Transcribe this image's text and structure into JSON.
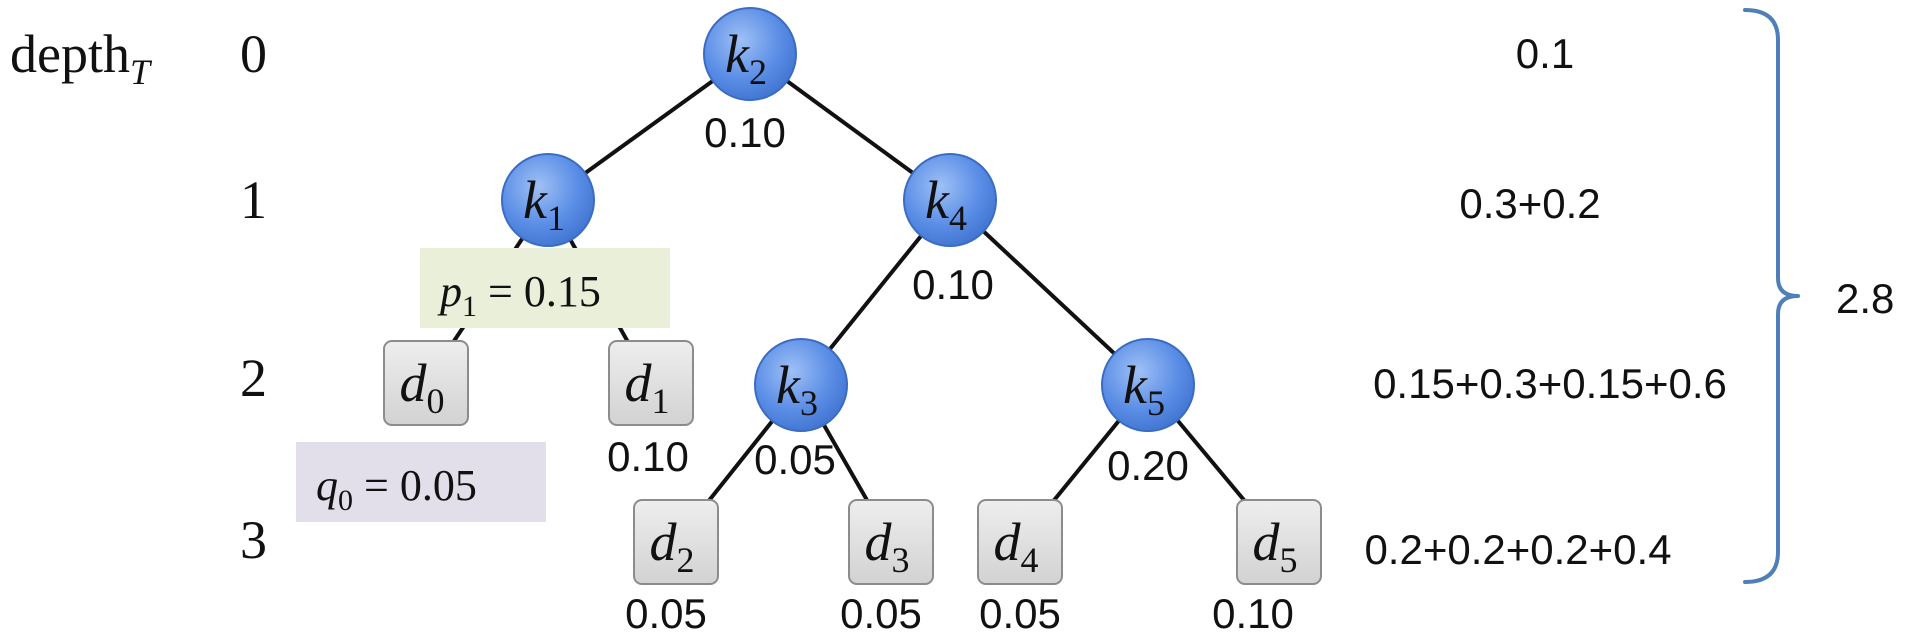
{
  "depth_header": {
    "label": "depth",
    "subscript": "T"
  },
  "depth_levels": [
    "0",
    "1",
    "2",
    "3"
  ],
  "keys": [
    {
      "id": "k2",
      "letter": "k",
      "index": "2",
      "value": "0.10"
    },
    {
      "id": "k1",
      "letter": "k",
      "index": "1",
      "value": ""
    },
    {
      "id": "k4",
      "letter": "k",
      "index": "4",
      "value": "0.10"
    },
    {
      "id": "k3",
      "letter": "k",
      "index": "3",
      "value": "0.05"
    },
    {
      "id": "k5",
      "letter": "k",
      "index": "5",
      "value": "0.20"
    }
  ],
  "dummies": [
    {
      "id": "d0",
      "letter": "d",
      "index": "0",
      "value": ""
    },
    {
      "id": "d1",
      "letter": "d",
      "index": "1",
      "value": "0.10"
    },
    {
      "id": "d2",
      "letter": "d",
      "index": "2",
      "value": "0.05"
    },
    {
      "id": "d3",
      "letter": "d",
      "index": "3",
      "value": "0.05"
    },
    {
      "id": "d4",
      "letter": "d",
      "index": "4",
      "value": "0.05"
    },
    {
      "id": "d5",
      "letter": "d",
      "index": "5",
      "value": "0.10"
    }
  ],
  "edges": [
    [
      "k2",
      "k1"
    ],
    [
      "k2",
      "k4"
    ],
    [
      "k1",
      "d0"
    ],
    [
      "k1",
      "d1"
    ],
    [
      "k4",
      "k3"
    ],
    [
      "k4",
      "k5"
    ],
    [
      "k3",
      "d2"
    ],
    [
      "k3",
      "d3"
    ],
    [
      "k5",
      "d4"
    ],
    [
      "k5",
      "d5"
    ]
  ],
  "annotations": {
    "p1": {
      "symbol": "p",
      "index": "1",
      "rest": " = 0.15"
    },
    "q0": {
      "symbol": "q",
      "index": "0",
      "rest": " = 0.05"
    }
  },
  "level_sums": [
    "0.1",
    "0.3+0.2",
    "0.15+0.3+0.15+0.6",
    "0.2+0.2+0.2+0.4"
  ],
  "total": "2.8",
  "colors": {
    "key_fill": "#5b8ee6",
    "key_stroke": "#3a6cc4",
    "dummy_fill": "#dcdcdc",
    "dummy_stroke": "#8c8c8c",
    "brace": "#4f7fb8"
  }
}
